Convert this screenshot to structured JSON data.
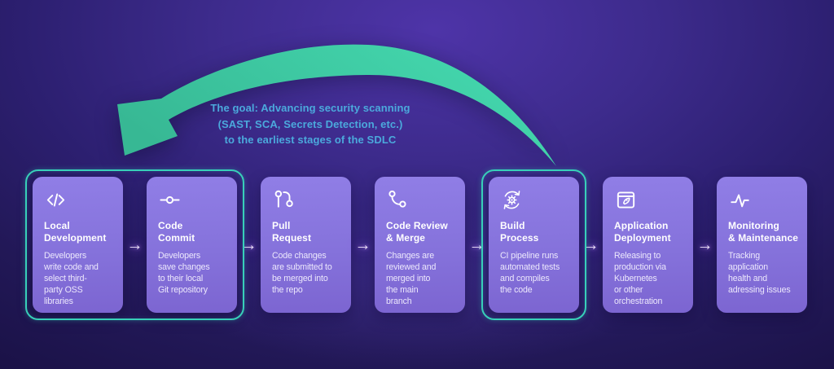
{
  "diagram": {
    "title_semantic": "SDLC shift-left security pipeline",
    "goal_note": {
      "text": "The goal: Advancing security scanning\n(SAST, SCA, Secrets Detection, etc.)\nto the earliest stages of the SDLC",
      "color": "#4BA9DC"
    },
    "shift_left_arrow": {
      "direction": "right-to-left",
      "color_start": "#37B894",
      "color_end": "#45DAAF"
    },
    "connector_glyph": "→",
    "highlight_color": "#38CFB9",
    "stages": [
      {
        "icon": "code-icon",
        "title": "Local\nDevelopment",
        "description": "Developers\nwrite code and\nselect third-\nparty OSS\nlibraries",
        "highlighted": true
      },
      {
        "icon": "commit-icon",
        "title": "Code\nCommit",
        "description": "Developers\nsave changes\nto their local\nGit repository",
        "highlighted": true
      },
      {
        "icon": "pull-request-icon",
        "title": "Pull\nRequest",
        "description": "Code changes\nare submitted to\nbe merged into\nthe repo",
        "highlighted": false
      },
      {
        "icon": "merge-icon",
        "title": "Code Review\n& Merge",
        "description": "Changes are\nreviewed and\nmerged into\nthe main\nbranch",
        "highlighted": false
      },
      {
        "icon": "build-icon",
        "title": "Build\nProcess",
        "description": "CI pipeline runs\nautomated tests\nand compiles\nthe code",
        "highlighted": true
      },
      {
        "icon": "deploy-icon",
        "title": "Application\nDeployment",
        "description": "Releasing to\nproduction via\nKubernetes\nor other\norchestration",
        "highlighted": false
      },
      {
        "icon": "monitoring-icon",
        "title": "Monitoring\n& Maintenance",
        "description": "Tracking\napplication\nhealth and\nadressing issues",
        "highlighted": false
      }
    ]
  }
}
